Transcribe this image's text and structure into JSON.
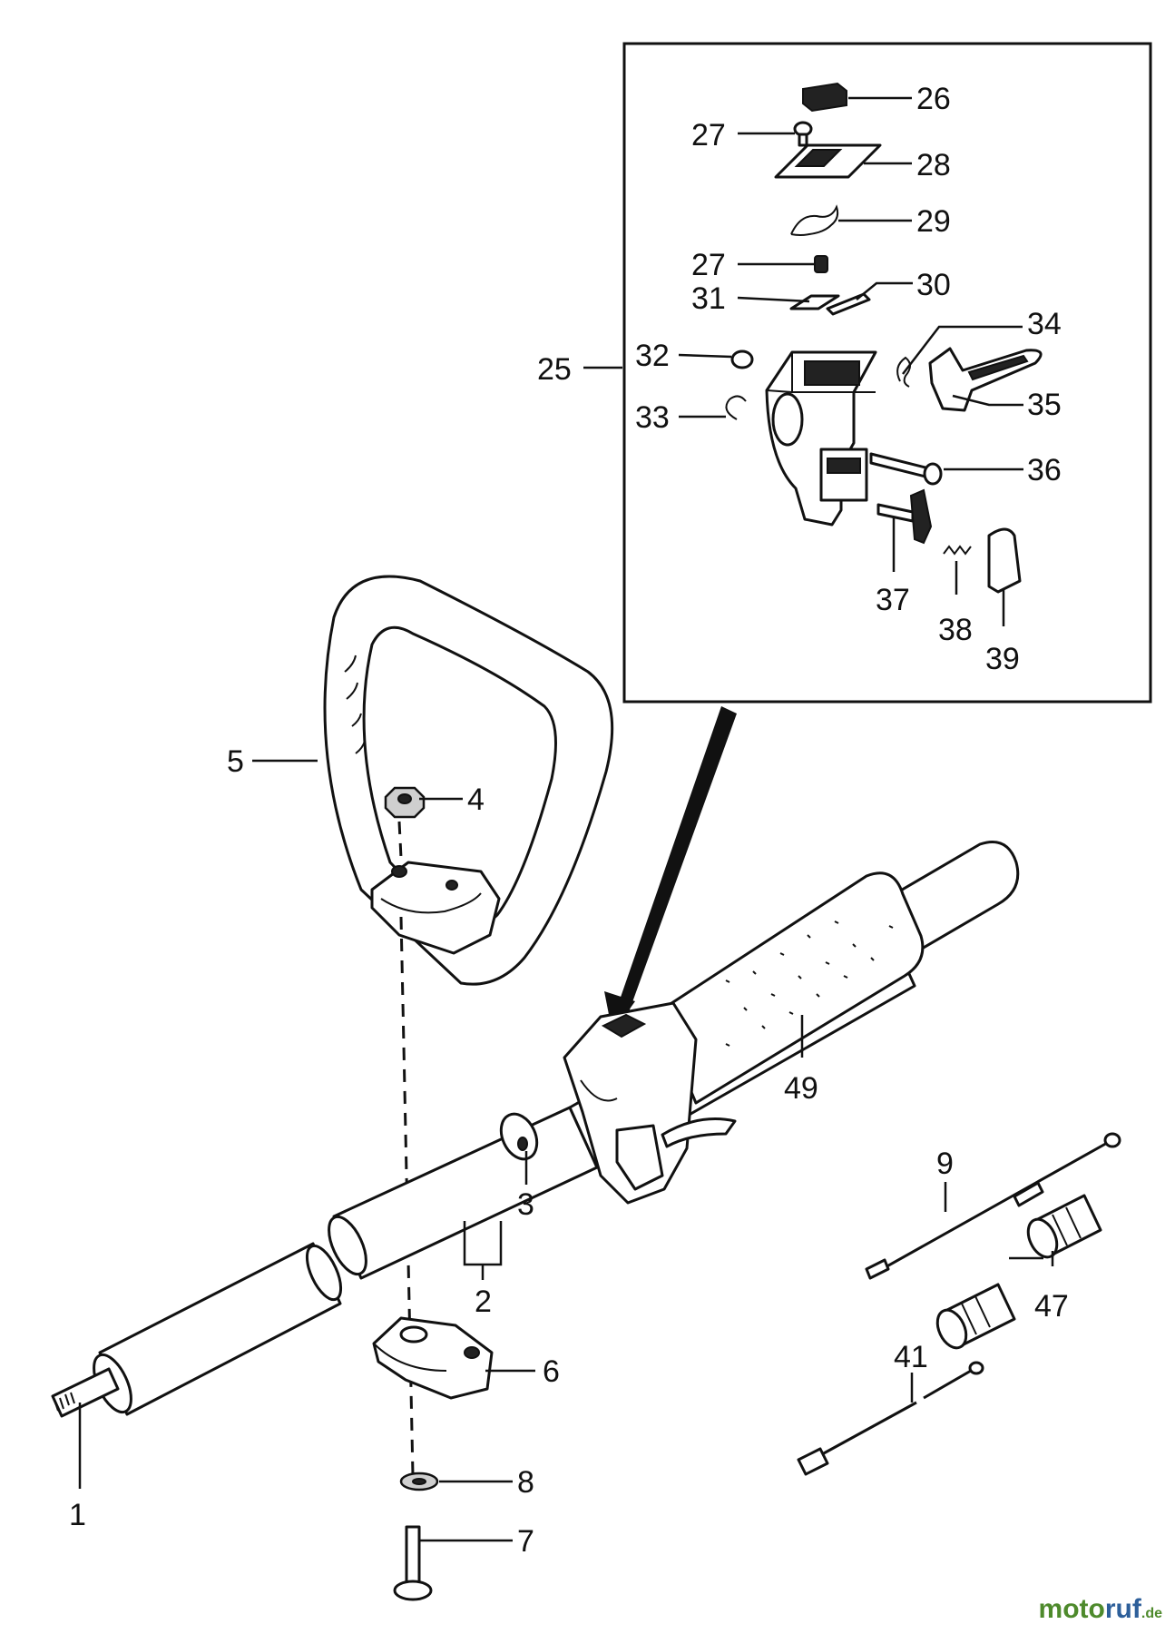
{
  "labels": {
    "l1": "1",
    "l2": "2",
    "l3": "3",
    "l4": "4",
    "l5": "5",
    "l6": "6",
    "l7": "7",
    "l8": "8",
    "l9": "9",
    "l25": "25",
    "l26": "26",
    "l27a": "27",
    "l27b": "27",
    "l28": "28",
    "l29": "29",
    "l30": "30",
    "l31": "31",
    "l32": "32",
    "l33": "33",
    "l34": "34",
    "l35": "35",
    "l36": "36",
    "l37": "37",
    "l38": "38",
    "l39": "39",
    "l41": "41",
    "l47": "47",
    "l49": "49"
  },
  "watermark": {
    "part_a": "moto",
    "part_b": "ruf",
    "part_c": ".de"
  }
}
